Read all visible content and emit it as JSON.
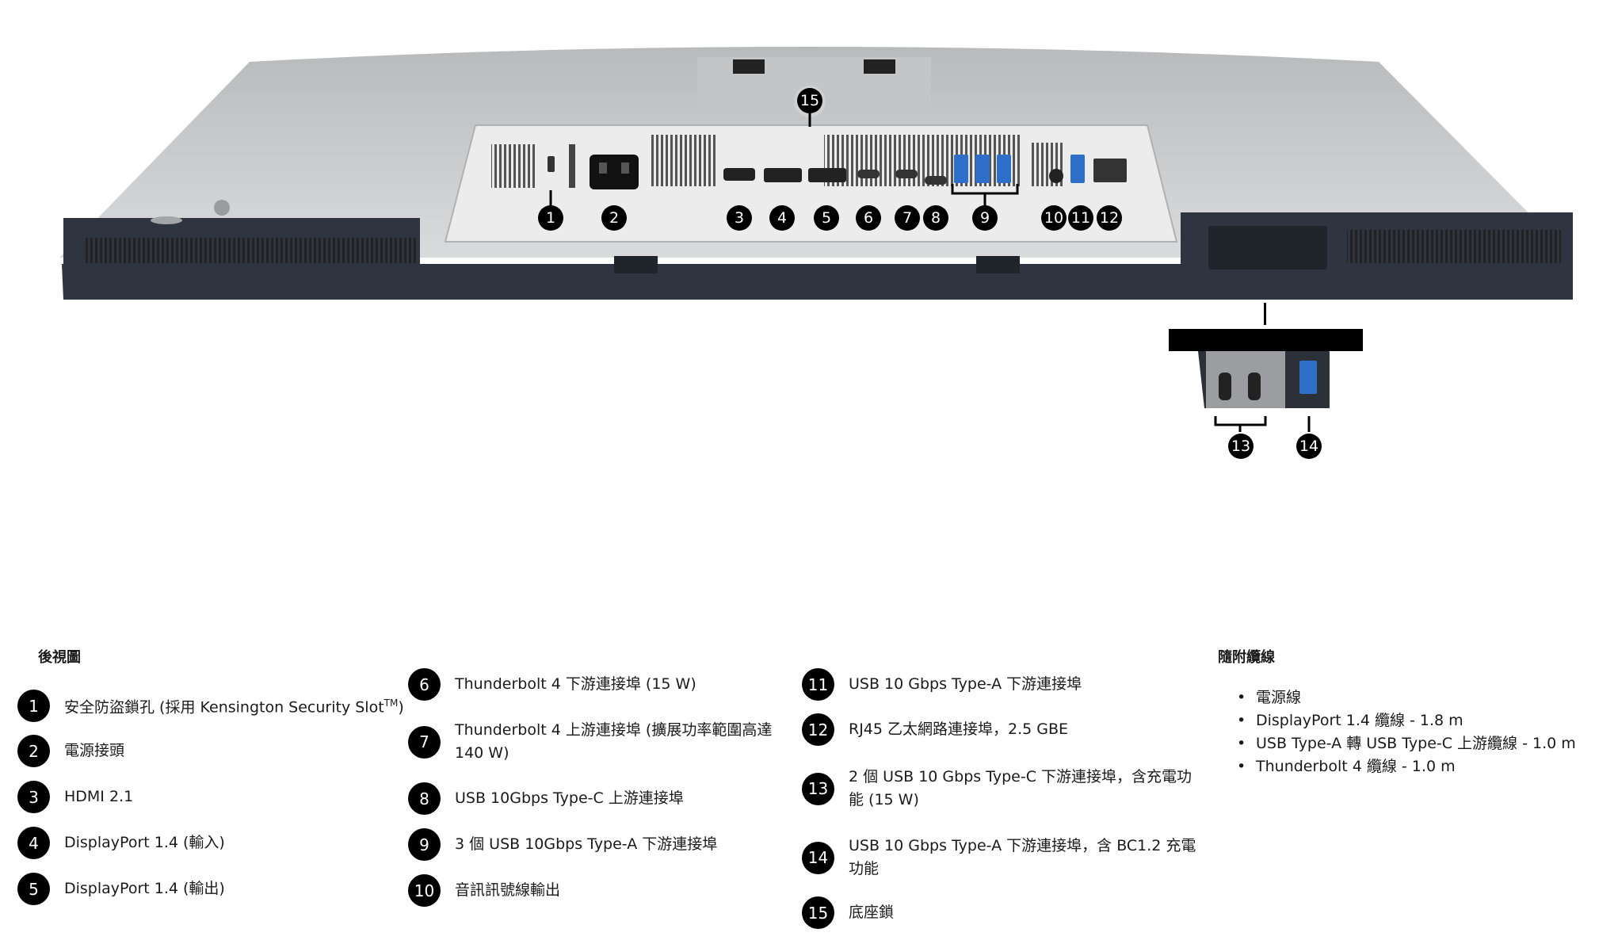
{
  "diagram": {
    "callouts": [
      "1",
      "2",
      "3",
      "4",
      "5",
      "6",
      "7",
      "8",
      "9",
      "10",
      "11",
      "12",
      "13",
      "14",
      "15"
    ]
  },
  "rear_view": {
    "title": "後視圖",
    "items": [
      {
        "num": "1",
        "label": "安全防盜鎖孔 (採用 Kensington Security Slot",
        "sup": "TM",
        ")": ")"
      },
      {
        "num": "2",
        "label": "電源接頭"
      },
      {
        "num": "3",
        "label": "HDMI 2.1"
      },
      {
        "num": "4",
        "label": "DisplayPort 1.4 (輸入)"
      },
      {
        "num": "5",
        "label": "DisplayPort 1.4 (輸出)"
      },
      {
        "num": "6",
        "label": "Thunderbolt 4 下游連接埠 (15 W)"
      },
      {
        "num": "7",
        "label": "Thunderbolt 4 上游連接埠 (擴展功率範圍高達 140 W)"
      },
      {
        "num": "8",
        "label": "USB 10Gbps Type-C 上游連接埠"
      },
      {
        "num": "9",
        "label": "3 個 USB 10Gbps Type-A 下游連接埠"
      },
      {
        "num": "10",
        "label": "音訊訊號線輸出"
      },
      {
        "num": "11",
        "label": "USB 10 Gbps Type-A 下游連接埠"
      },
      {
        "num": "12",
        "label": "RJ45 乙太網路連接埠，2.5 GBE"
      },
      {
        "num": "13",
        "label": "2 個 USB 10 Gbps Type-C 下游連接埠，含充電功能 (15 W)"
      },
      {
        "num": "14",
        "label": "USB 10 Gbps Type-A 下游連接埠，含 BC1.2 充電功能"
      },
      {
        "num": "15",
        "label": "底座鎖"
      }
    ]
  },
  "cables": {
    "title": "隨附纜線",
    "items": [
      "電源線",
      "DisplayPort 1.4 纜線 - 1.8 m",
      "USB Type-A 轉 USB Type-C 上游纜線 - 1.0 m",
      "Thunderbolt 4 纜線 - 1.0 m"
    ]
  }
}
